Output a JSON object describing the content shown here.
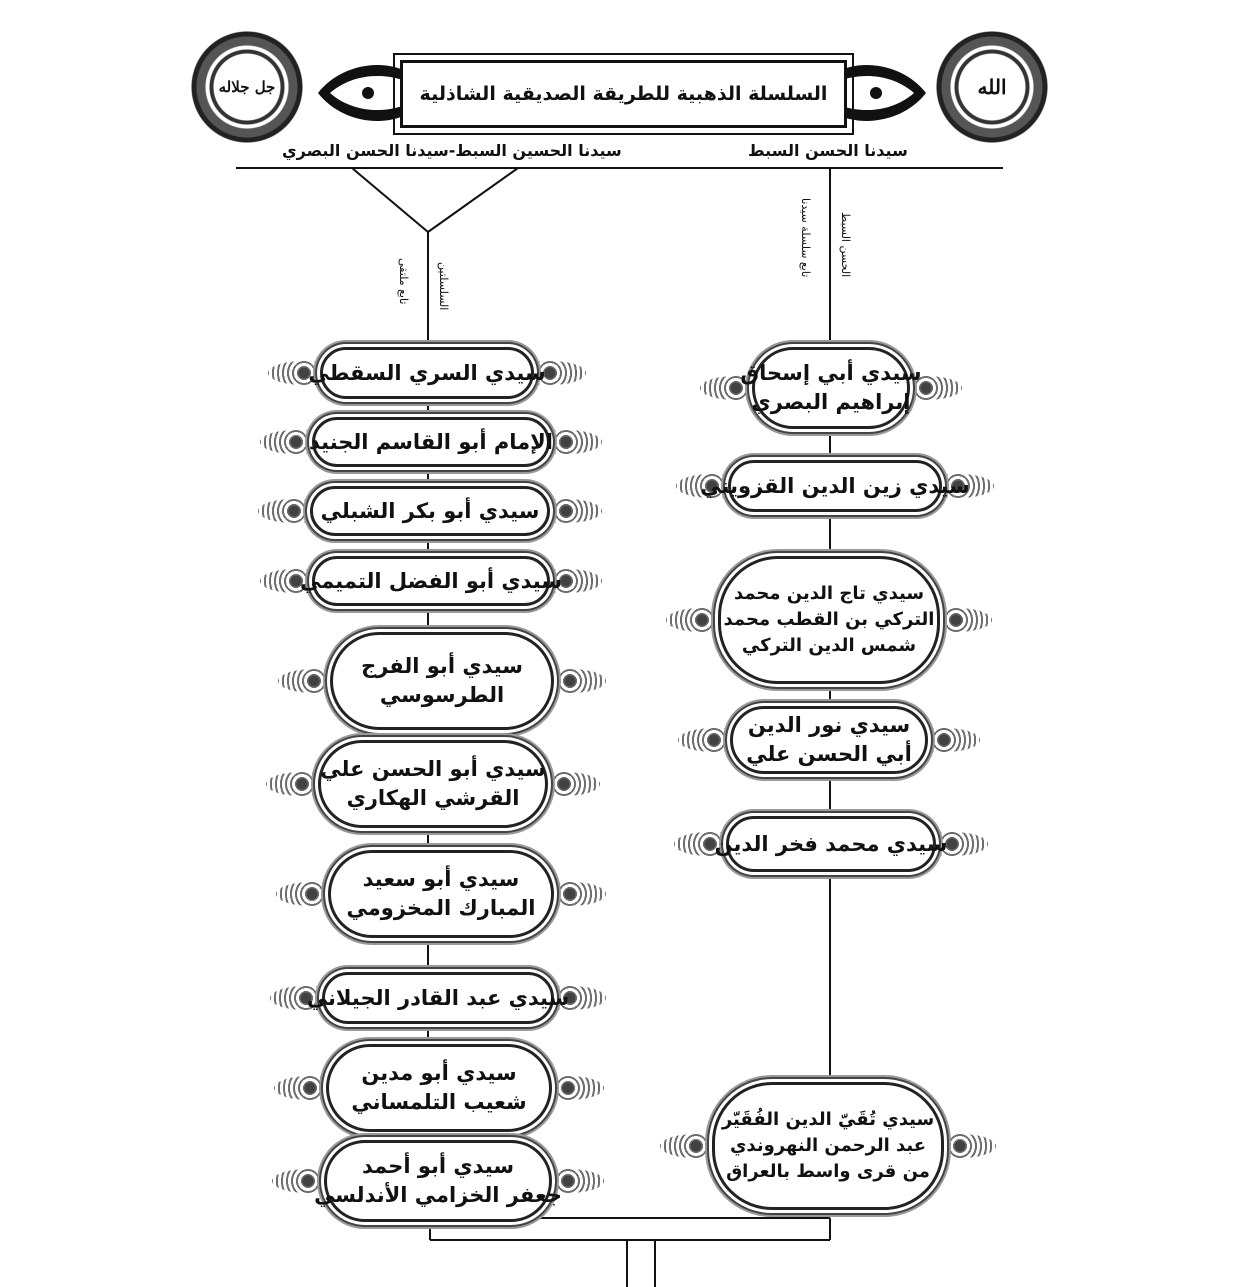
{
  "title": "السلسلة الذهبية للطريقة الصديقية الشاذلية",
  "emblems": {
    "right": "الله",
    "left": "جل جلاله"
  },
  "top_labels": {
    "right": "سيدنا الحسن السبط",
    "left": "سيدنا الحسين السبط-سيدنا الحسن البصري"
  },
  "notes": {
    "right": [
      "تابع سلسلة سيدنا",
      "الحسن السبط"
    ],
    "left": [
      "تابع ملتقى",
      "السلسلتين"
    ]
  },
  "left_chain": [
    {
      "lines": [
        "سيدي السري السقطي"
      ]
    },
    {
      "lines": [
        "الإمام أبو القاسم الجنيد"
      ]
    },
    {
      "lines": [
        "سيدي أبو بكر الشبلي"
      ]
    },
    {
      "lines": [
        "سيدي أبو الفضل التميمي"
      ]
    },
    {
      "lines": [
        "سيدي أبو الفرج",
        "الطرسوسي"
      ]
    },
    {
      "lines": [
        "سيدي أبو الحسن علي",
        "القرشي الهكاري"
      ]
    },
    {
      "lines": [
        "سيدي أبو سعيد",
        "المبارك المخزومي"
      ]
    },
    {
      "lines": [
        "سيدي عبد القادر الجيلاني"
      ]
    },
    {
      "lines": [
        "سيدي أبو مدين",
        "شعيب التلمساني"
      ]
    },
    {
      "lines": [
        "سيدي أبو أحمد",
        "جعفر الخزامي الأندلسي"
      ]
    }
  ],
  "right_chain": [
    {
      "lines": [
        "سيدي أبي إسحاق",
        "إبراهيم البصري"
      ]
    },
    {
      "lines": [
        "سيدي زين الدين القزويني"
      ]
    },
    {
      "lines": [
        "سيدي تاج الدين محمد",
        "التركي بن القطب محمد",
        "شمس الدين التركي"
      ]
    },
    {
      "lines": [
        "سيدي نور الدين",
        "أبي الحسن علي"
      ]
    },
    {
      "lines": [
        "سيدي محمد فخر الدين"
      ]
    },
    {
      "lines": [
        "سيدي تُقَيّ الدين الفُقَيّر",
        "عبد الرحمن النهروندي",
        "من قرى واسط بالعراق"
      ]
    }
  ]
}
